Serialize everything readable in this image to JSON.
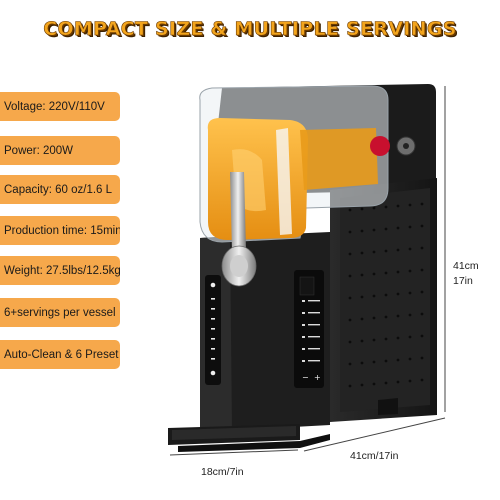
{
  "headline": "COMPACT SIZE & MULTIPLE SERVINGS",
  "specs": [
    "Voltage: 220V/110V",
    "Power: 200W",
    "Capacity: 60 oz/1.6 L",
    "Production time: 15min",
    "Weight: 27.5lbs/12.5kg",
    "6+servings per vessel",
    "Auto-Clean & 6 Preset"
  ],
  "dimensions": {
    "height_cm": "41cm",
    "height_in": "17in",
    "width": "18cm/7in",
    "depth": "41cm/17in"
  },
  "colors": {
    "headline": "#f3a51d",
    "label_bg": "#f6a84b",
    "machine_body": "#1f1f1f",
    "slush": "#f5a623",
    "knob": "#c8102e"
  },
  "icons": [
    "power-icon",
    "lock-icon",
    "plus-icon",
    "minus-icon"
  ]
}
